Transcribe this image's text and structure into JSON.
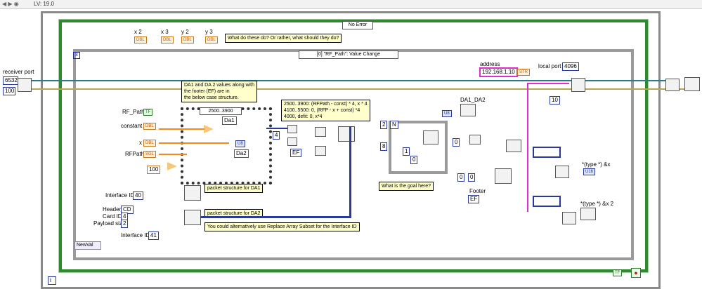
{
  "window": {
    "title": "LV: 19.0"
  },
  "outer": {
    "receiver_label": "receiver port",
    "receiver_value": "6532",
    "count_value": "100"
  },
  "error_case": {
    "selector": "No Error"
  },
  "mult_constants": [
    {
      "label": "x 2",
      "term": "DBL"
    },
    {
      "label": "x 3",
      "term": "DBL"
    },
    {
      "label": "y 2",
      "term": "DBL"
    },
    {
      "label": "y 3",
      "term": "DBL"
    }
  ],
  "notes": {
    "what_do": "What do these do? Or rather, what should they do?",
    "da_values": "DA1 and DA 2 values along with\nthe footer (EF) are in\nthe below case structure.",
    "formula": "2500..3900: (RFPath - const) * 4, x * 4\n4100..5500: 0, (RFP - x + const) *4\n4000, defit: 0, x*4",
    "goal": "What is the goal here?",
    "pkt_da1": "packet structure for DA1",
    "pkt_da2": "packet structure for DA2",
    "replace": "You could alternatively use Replace Array Subset for the Interface ID"
  },
  "event": {
    "loop_index": "8",
    "selector": "[0] \"RF_Path\": Value Change",
    "newval": "NewVal"
  },
  "address": {
    "label": "address",
    "value": "192.168.1.10",
    "term": "STR"
  },
  "local_port": {
    "label": "local port",
    "value": "4096"
  },
  "ten_const": "10",
  "inner_case": {
    "selector": "2500..3900",
    "da1": "Da1",
    "da2": "Da2",
    "u8": "U8"
  },
  "controls": {
    "rf_path": {
      "label": "RF_Path",
      "term": "TF"
    },
    "constant": {
      "label": "constant",
      "term": "DBL"
    },
    "x": {
      "label": "x",
      "term": "DBL"
    },
    "rfpath": {
      "label": "RFPath",
      "term": "SGL"
    },
    "hundred": "100"
  },
  "numbers": {
    "four": "4",
    "ef": "EF",
    "two": "2",
    "eight": "8",
    "one": "1",
    "zero": "0",
    "n": "N",
    "zero_b": "0"
  },
  "indicators": {
    "da1_da2": "DA1_DA2",
    "u8": "U8"
  },
  "footer": {
    "label": "Footer",
    "value": "EF",
    "array_val": "0",
    "array_val2": "0"
  },
  "packet": {
    "interface_id_1": {
      "label": "Interface ID",
      "value": "40"
    },
    "header": {
      "label": "Header",
      "value": "CD"
    },
    "card_id": {
      "label": "Card ID",
      "value": "4"
    },
    "payload": {
      "label": "Payload size",
      "value": "2"
    },
    "interface_id_2": {
      "label": "Interface ID",
      "value": "41"
    }
  },
  "casts": {
    "type_x": "*(type *) &x",
    "type_x2": "*(type *) &x 2",
    "u16": "U16"
  },
  "bottom": {
    "info": "i",
    "tf": "TF"
  }
}
